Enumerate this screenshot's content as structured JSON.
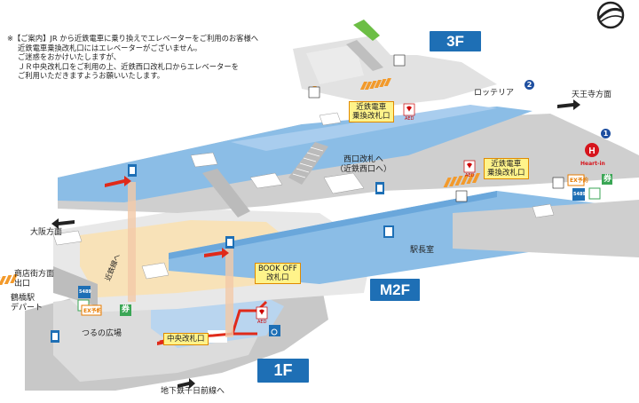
{
  "notice": {
    "title": "※【ご案内】JR から近鉄電車に乗り換えでエレベーターをご利用のお客様へ",
    "lines": [
      "近鉄電車乗換改札口にはエレベーターがございません。",
      "ご迷惑をおかけいたしますが、",
      "ＪＲ中央改札口をご利用の上、近鉄西口改札口からエレベーターを",
      "ご利用いただきますようお願いいたします。"
    ]
  },
  "floors": {
    "f3": "3F",
    "m2f": "M2F",
    "f1": "1F"
  },
  "labels": {
    "lotteria": "ロッテリア",
    "tennoji": "天王寺方面",
    "kintetsu_gate_3f": [
      "近鉄電車",
      "乗換改札口"
    ],
    "kintetsu_gate_m2f": [
      "近鉄電車",
      "乗換改札口"
    ],
    "west_gate": [
      "西口改札へ",
      "（近鉄西口へ）"
    ],
    "osaka": "大阪方面",
    "shotengai": [
      "商店街方面",
      "出口"
    ],
    "tsuruhashi_dept": [
      "鶴橋駅",
      "デパート"
    ],
    "book_off_gate": [
      "BOOK OFF",
      "改札口"
    ],
    "station_master": "駅長室",
    "tsuruno_plaza": "つるの広場",
    "central_gate": "中央改札口",
    "subway": "地下鉄千日前線へ",
    "kintetsu_line": "近鉄線へ",
    "heart_in": "Heart-in",
    "ticket": "券",
    "ex_reserve": "EX予約",
    "kippu": "5489",
    "aed": "AED",
    "marker_1": "1",
    "marker_2": "2"
  },
  "colors": {
    "platform_blue": "#8bbde6",
    "concourse_gray": "#d8d8d8",
    "ticket_area": "#f8e2b8",
    "floor_badge": "#1e6fb5",
    "gate_yellow": "#fff38a",
    "route_red": "#e02a1a",
    "stairs_orange": "#f39a2b"
  },
  "icons": [
    "elevator-icon",
    "escalator-icon",
    "toilet-icon",
    "wheelchair-icon",
    "aed-icon",
    "logo-icon",
    "arrow-icon"
  ]
}
